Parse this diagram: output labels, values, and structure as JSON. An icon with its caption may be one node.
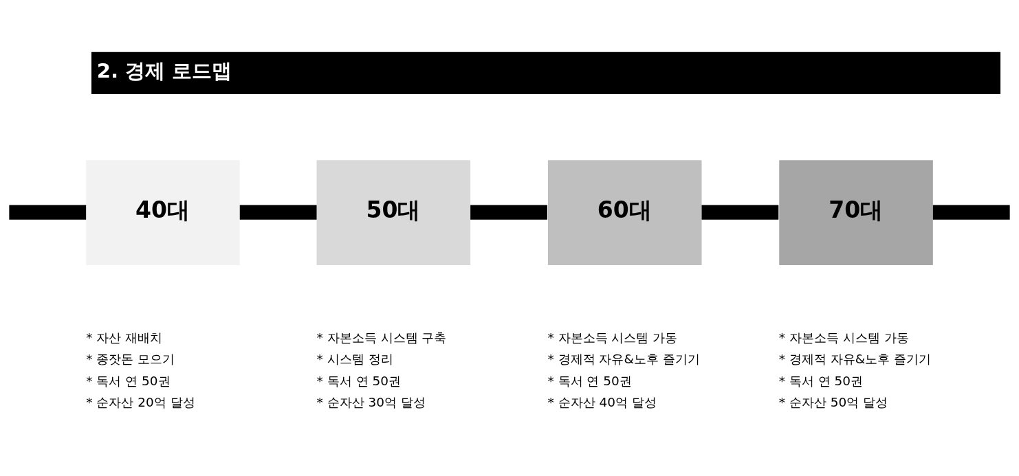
{
  "diagram": {
    "title": "2. 경제 로드맵",
    "nodes": [
      {
        "text": [
          "40대"
        ],
        "beside": [
          "* 자산 재배치",
          "* 종잣돈 모으기",
          "* 독서 연 50권",
          "* 순자산 20억 달성"
        ]
      },
      {
        "text": [
          "50대"
        ],
        "beside": [
          "* 자본소득 시스템 구축",
          "* 시스템 정리",
          "* 독서 연 50권",
          "* 순자산 30억 달성"
        ]
      },
      {
        "text": [
          "60대"
        ],
        "beside": [
          "* 자본소득 시스템 가동",
          "* 경제적 자유&노후 즐기기",
          "* 독서 연 50권",
          "* 순자산 40억 달성"
        ]
      },
      {
        "text": [
          "70대"
        ],
        "beside": [
          "* 자본소득 시스템 가동",
          "* 경제적 자유&노후 즐기기",
          "* 독서 연 50권",
          "* 순자산 50억 달성"
        ]
      }
    ],
    "edges": [
      {
        "from": null,
        "to": 0,
        "arrow": "none"
      },
      {
        "from": 0,
        "to": 1,
        "arrow": "none"
      },
      {
        "from": 1,
        "to": 2,
        "arrow": "none"
      },
      {
        "from": 2,
        "to": 3,
        "arrow": "none"
      },
      {
        "from": 3,
        "to": null,
        "arrow": "none"
      }
    ]
  }
}
